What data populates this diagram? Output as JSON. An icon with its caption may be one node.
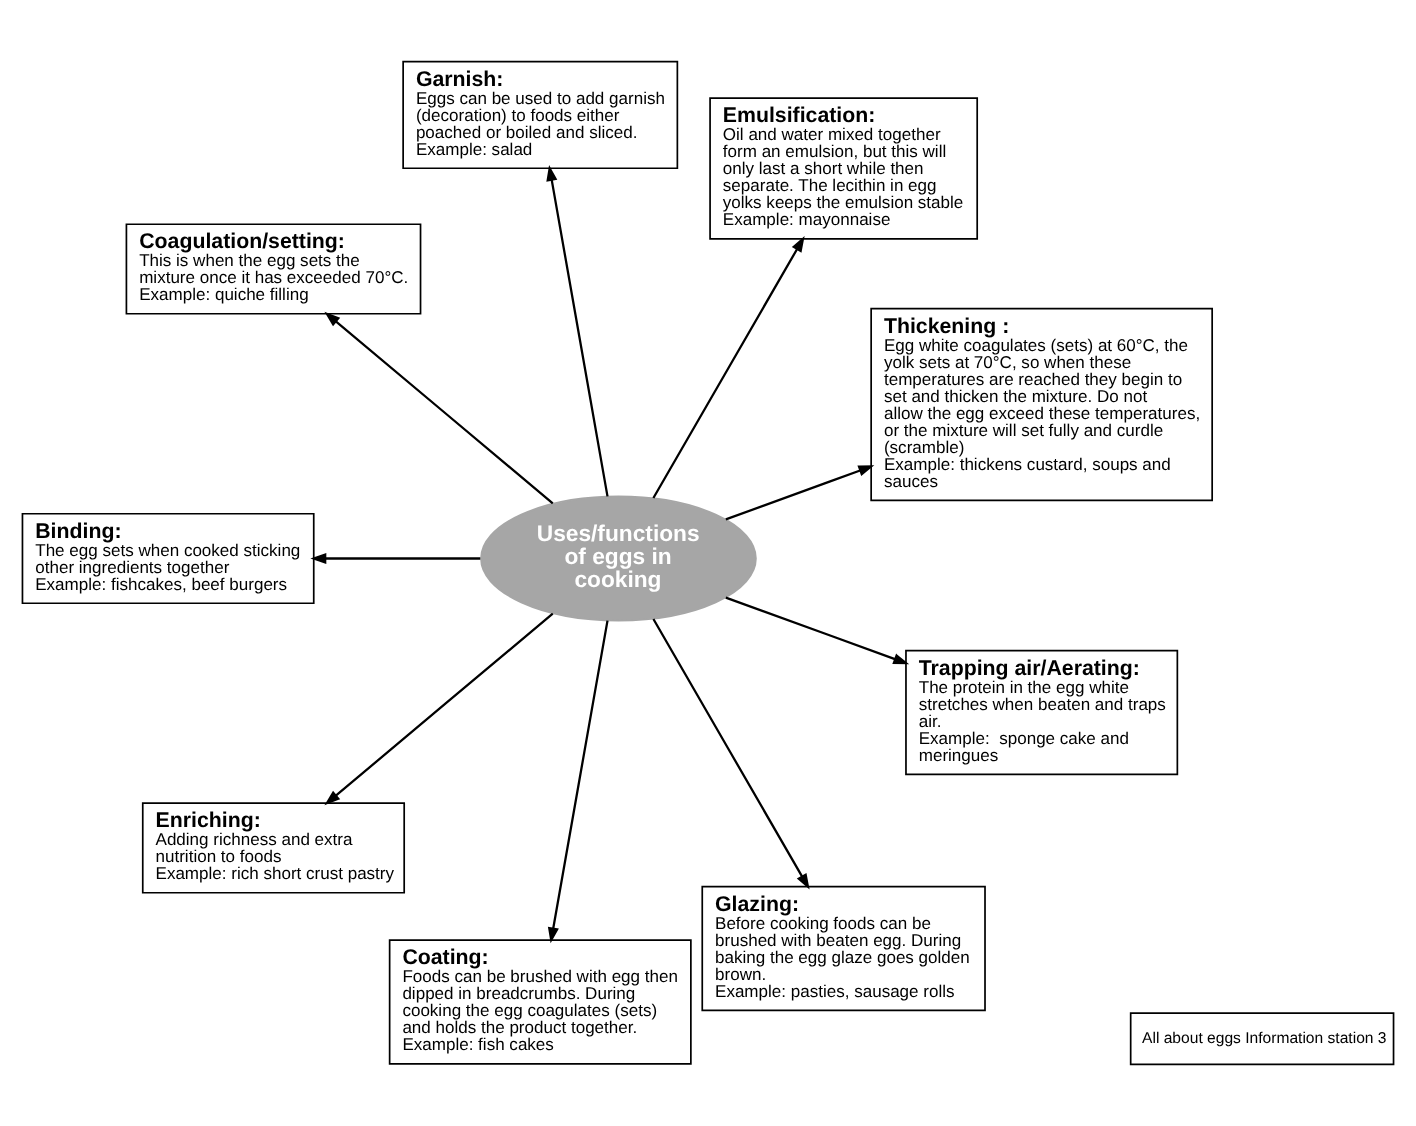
{
  "diagram": {
    "nodes": [
      {
        "text": [
          "All about eggs Information station 3"
        ]
      },
      {
        "text": [
          "Thickening :",
          "Egg white coagulates (sets) at 60°C, the yolk sets at 70°C, so when these temperatures are reached they begin to set and thicken the mixture. Do not allow the egg exceed these temperatures, or the mixture will set fully and curdle (scramble)",
          "Example: thickens custard, soups and sauces"
        ]
      },
      {
        "text": [
          "Emulsification:",
          "Oil and water mixed together form an emulsion, but this will only last a short while then separate. The lecithin in egg yolks keeps the emulsion stable",
          "Example: mayonnaise"
        ]
      },
      {
        "text": [
          "Garnish:",
          "Eggs can be used to add garnish (decoration) to foods either poached or boiled and sliced.",
          "Example: salad"
        ]
      },
      {
        "text": [
          "Coagulation/setting:",
          "This is when the egg sets the mixture once it has exceeded 70°C.",
          "Example: quiche filling"
        ]
      },
      {
        "text": [
          "Uses/functions of eggs in cooking"
        ]
      },
      {
        "text": [
          "Binding:",
          "The egg sets when cooked sticking other ingredients together",
          "Example: fishcakes, beef burgers"
        ]
      },
      {
        "text": [
          "Enriching:",
          "Adding richness and extra nutrition to foods",
          "Example: rich short crust pastry"
        ]
      },
      {
        "text": [
          "Coating:",
          "Foods can be brushed with egg then dipped in breadcrumbs. During cooking the egg coagulates (sets) and holds the product together.",
          "Example: fish cakes"
        ]
      },
      {
        "text": [
          "Glazing:",
          "Before cooking foods can be brushed with beaten egg. During baking the egg glaze goes golden brown.",
          "Example: pasties, sausage rolls"
        ]
      },
      {
        "text": [
          "Trapping air/Aerating:",
          "The protein in the egg white stretches when beaten and traps air.",
          "Example:  sponge cake and meringues"
        ]
      }
    ],
    "edges": [
      {
        "from": 5,
        "to": 1,
        "arrow": "to"
      },
      {
        "from": 5,
        "to": 2,
        "arrow": "to"
      },
      {
        "from": 5,
        "to": 3,
        "arrow": "to"
      },
      {
        "from": 5,
        "to": 4,
        "arrow": "to"
      },
      {
        "from": 5,
        "to": 6,
        "arrow": "to"
      },
      {
        "from": 5,
        "to": 7,
        "arrow": "to"
      },
      {
        "from": 5,
        "to": 8,
        "arrow": "to"
      },
      {
        "from": 5,
        "to": 9,
        "arrow": "to"
      },
      {
        "from": 5,
        "to": 10,
        "arrow": "to"
      }
    ]
  }
}
